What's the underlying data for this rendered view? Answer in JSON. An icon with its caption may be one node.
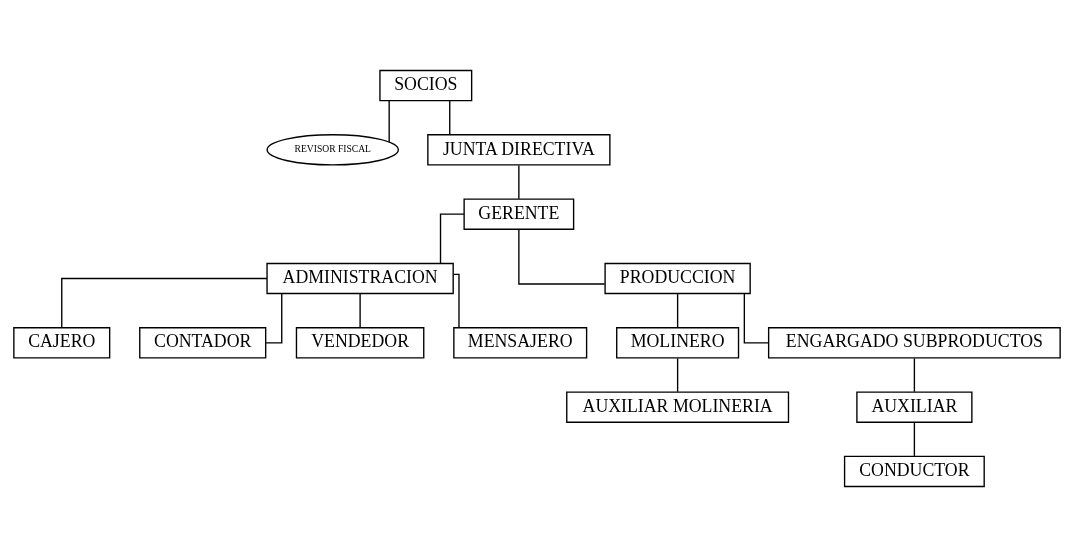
{
  "diagram": {
    "nodes": [
      {
        "text": [
          "SOCIOS"
        ]
      },
      {
        "text": [
          "REVISOR FISCAL"
        ]
      },
      {
        "text": [
          "JUNTA DIRECTIVA"
        ]
      },
      {
        "text": [
          "GERENTE"
        ]
      },
      {
        "text": [
          "ADMINISTRACION"
        ]
      },
      {
        "text": [
          "PRODUCCION"
        ]
      },
      {
        "text": [
          "CAJERO"
        ]
      },
      {
        "text": [
          "CONTADOR"
        ]
      },
      {
        "text": [
          "VENDEDOR"
        ]
      },
      {
        "text": [
          "MENSAJERO"
        ]
      },
      {
        "text": [
          "MOLINERO"
        ]
      },
      {
        "text": [
          "ENGARGADO SUBPRODUCTOS"
        ]
      },
      {
        "text": [
          "AUXILIAR MOLINERIA"
        ]
      },
      {
        "text": [
          "AUXILIAR"
        ]
      },
      {
        "text": [
          "CONDUCTOR"
        ]
      }
    ],
    "edges": [
      {
        "from": 0,
        "to": 2,
        "arrow": "none"
      },
      {
        "from": 0,
        "to": 1,
        "arrow": "none"
      },
      {
        "from": 2,
        "to": 3,
        "arrow": "none"
      },
      {
        "from": 3,
        "to": 4,
        "arrow": "none"
      },
      {
        "from": 3,
        "to": 5,
        "arrow": "none"
      },
      {
        "from": 4,
        "to": 6,
        "arrow": "none"
      },
      {
        "from": 4,
        "to": 7,
        "arrow": "none"
      },
      {
        "from": 4,
        "to": 8,
        "arrow": "none"
      },
      {
        "from": 4,
        "to": 9,
        "arrow": "none"
      },
      {
        "from": 5,
        "to": 10,
        "arrow": "none"
      },
      {
        "from": 5,
        "to": 11,
        "arrow": "none"
      },
      {
        "from": 10,
        "to": 12,
        "arrow": "none"
      },
      {
        "from": 11,
        "to": 13,
        "arrow": "none"
      },
      {
        "from": 13,
        "to": 14,
        "arrow": "none"
      }
    ]
  }
}
